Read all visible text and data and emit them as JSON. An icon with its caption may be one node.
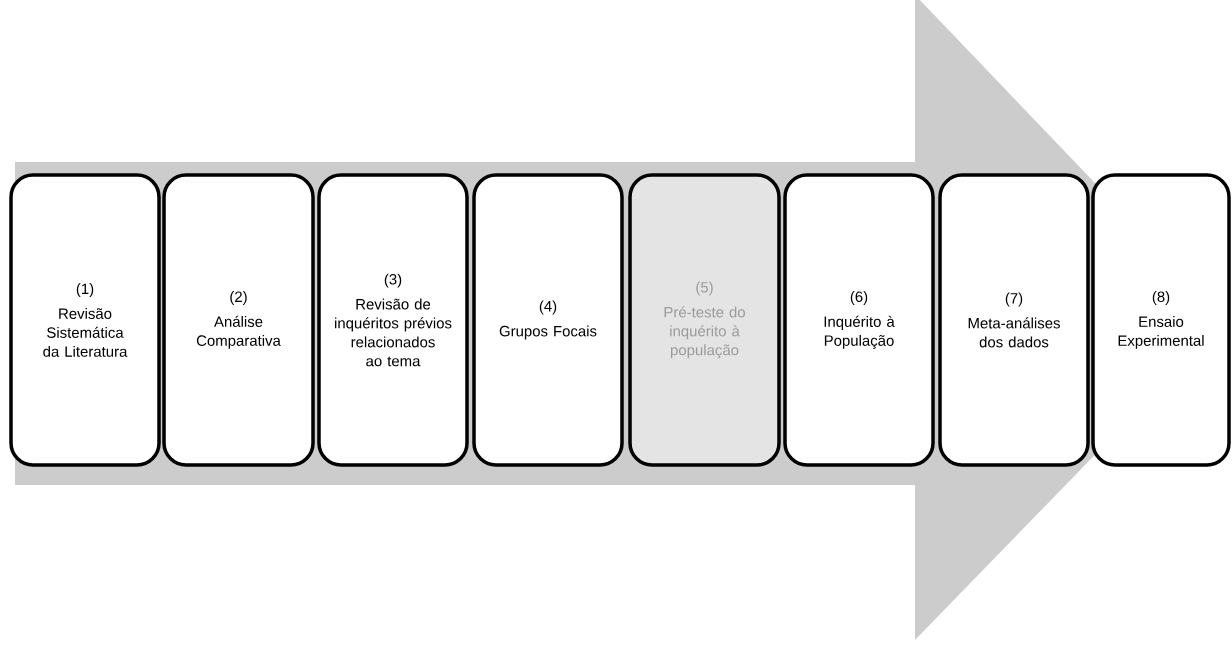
{
  "diagram": {
    "nodes": [
      {
        "text": [
          "(1)",
          "Revisão Sistemática da Literatura"
        ]
      },
      {
        "text": [
          "(2)",
          "Análise Comparativa"
        ]
      },
      {
        "text": [
          "(3)",
          "Revisão de inquéritos prévios relacionados ao tema"
        ]
      },
      {
        "text": [
          "(4)",
          "Grupos Focais"
        ]
      },
      {
        "text": [
          "(5)",
          "Pré-teste do inquérito à população"
        ]
      },
      {
        "text": [
          "(6)",
          "Inquérito à População"
        ]
      },
      {
        "text": [
          "(7)",
          "Meta-análises dos dados"
        ]
      },
      {
        "text": [
          "(8)",
          "Ensaio Experimental"
        ]
      }
    ],
    "edges": [
      {
        "from": 0,
        "to": 7,
        "arrow": "to",
        "style": "thick"
      }
    ]
  }
}
